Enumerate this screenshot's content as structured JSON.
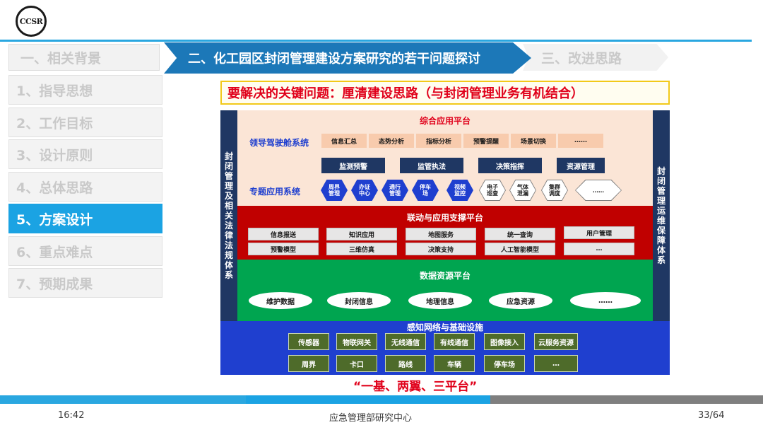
{
  "logo": {
    "text": "CCSR"
  },
  "tabs": {
    "prev": "一、相关背景",
    "current": "二、化工园区封闭管理建设方案研究的若干问题探讨",
    "next": "三、改进思路"
  },
  "menu": [
    "1、指导思想",
    "2、工作目标",
    "3、设计原则",
    "4、总体思路",
    "5、方案设计",
    "6、重点难点",
    "7、预期成果"
  ],
  "menu_active_index": 4,
  "key_question": "要解决的关键问题：厘清建设思路（与封闭管理业务有机结合）",
  "diagram": {
    "left_side": "封闭管理及相关法律法规体系",
    "right_side": "封闭管理运维保障体系",
    "app_platform": {
      "title": "综合应用平台",
      "cockpit_label": "领导驾驶舱系统",
      "cockpit_items": [
        "信息汇总",
        "态势分析",
        "指标分析",
        "预警提醒",
        "场景切换",
        "……"
      ],
      "mid_items": [
        "监测预警",
        "监管执法",
        "决策指挥",
        "资源管理"
      ],
      "topic_label": "专题应用系统",
      "topic_blue": [
        {
          "line1": "周界",
          "line2": "管理"
        },
        {
          "line1": "办证",
          "line2": "中心"
        },
        {
          "line1": "通行",
          "line2": "管理"
        },
        {
          "line1": "停车",
          "line2": "场"
        },
        {
          "line1": "视频",
          "line2": "监控"
        }
      ],
      "topic_white": [
        {
          "line1": "电子",
          "line2": "巡查"
        },
        {
          "line1": "气体",
          "line2": "泄漏"
        },
        {
          "line1": "集群",
          "line2": "调度"
        }
      ],
      "topic_more": "……"
    },
    "support_platform": {
      "title": "联动与应用支撑平台",
      "row1": [
        "信息报送",
        "知识应用",
        "地图服务",
        "统一查询",
        "用户管理"
      ],
      "row2": [
        "预警模型",
        "三维仿真",
        "决策支持",
        "人工智能模型",
        "…"
      ]
    },
    "data_platform": {
      "title": "数据资源平台",
      "items": [
        "维护数据",
        "封闭信息",
        "地理信息",
        "应急资源",
        "……"
      ]
    },
    "infra": {
      "title": "感知网络与基础设施",
      "row1": [
        "传感器",
        "物联网关",
        "无线通信",
        "有线通信",
        "图像接入",
        "云服务资源"
      ],
      "row2": [
        "周界",
        "卡口",
        "路线",
        "车辆",
        "停车场",
        "…"
      ]
    }
  },
  "slogan": "“一基、两翼、三平台”",
  "footer": {
    "time": "16:42",
    "org": "应急管理部研究中心",
    "page": "33/64"
  },
  "colors": {
    "accent_blue": "#1ba3e3",
    "tab_blue": "#1c78b8",
    "app_bg": "#fbe5d6",
    "support_bg": "#c00000",
    "data_bg": "#00a550",
    "infra_bg": "#1f3fcf",
    "navy": "#1f3763",
    "alert_red": "#e0001a"
  }
}
